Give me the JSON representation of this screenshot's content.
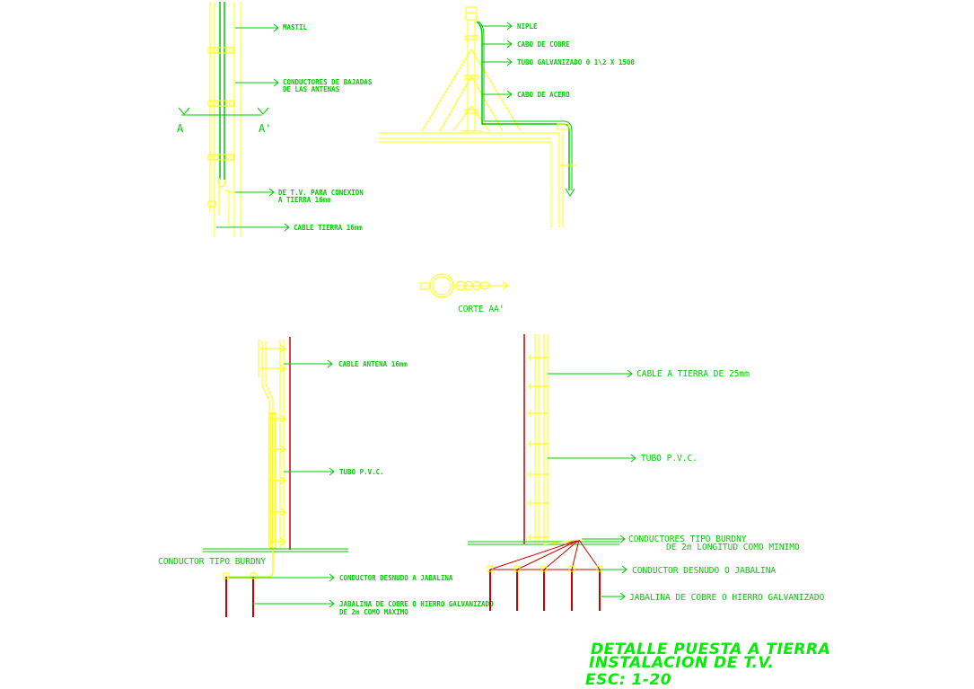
{
  "top_left_detail": {
    "mastil": "MASTIL",
    "conductores_line1": "CONDUCTORES DE BAJADAS",
    "conductores_line2": "DE LAS ANTENAS",
    "te_line1": "DE T.V. PARA CONEXION",
    "te_line2": "A TIERRA 16mm",
    "cable_tierra": "CABLE TIERRA 16mm",
    "section_mark": "A",
    "section_mark_prime": "A'"
  },
  "top_right_detail": {
    "niple": "NIPLE",
    "cabo_cobre": "CABO DE COBRE",
    "tubo_galvanizado": "TUBO GALVANIZADO 0 1\\2 X 1500",
    "cabo_acero": "CABO DE ACERO"
  },
  "section_view": {
    "label": "CORTE AA'"
  },
  "bottom_left_detail": {
    "cable_antena": "CABLE ANTENA 16mm",
    "tubo_pvc": "TUBO P.V.C.",
    "conductor_tipo": "CONDUCTOR TIPO BURDNY",
    "conductor_desnudo": "CONDUCTOR DESNUDO A JABALINA",
    "jabalina_line1": "JABALINA DE COBRE O HIERRO GALVANIZADO",
    "jabalina_line2": "DE 2m COMO MAXIMO"
  },
  "bottom_right_detail": {
    "cable_tierra": "CABLE A TIERRA DE 25mm",
    "tubo_pvc": "TUBO P.V.C.",
    "conductores_line1": "CONDUCTORES TIPO BURDNY",
    "conductores_line2": "DE 2m LONGITUD COMO MINIMO",
    "conductor_desnudo": "CONDUCTOR DESNUDO O JABALINA",
    "jabalina": "JABALINA DE COBRE O HIERRO GALVANIZADO"
  },
  "title_block": {
    "line1": "DETALLE PUESTA A TIERRA",
    "line2": "INSTALACION DE T.V.",
    "line3": "ESC: 1-20"
  },
  "colors": {
    "background": "#ffffff",
    "annotation": "#00cc00",
    "structure": "#ffff00",
    "ground_rods": "#cc0000"
  }
}
